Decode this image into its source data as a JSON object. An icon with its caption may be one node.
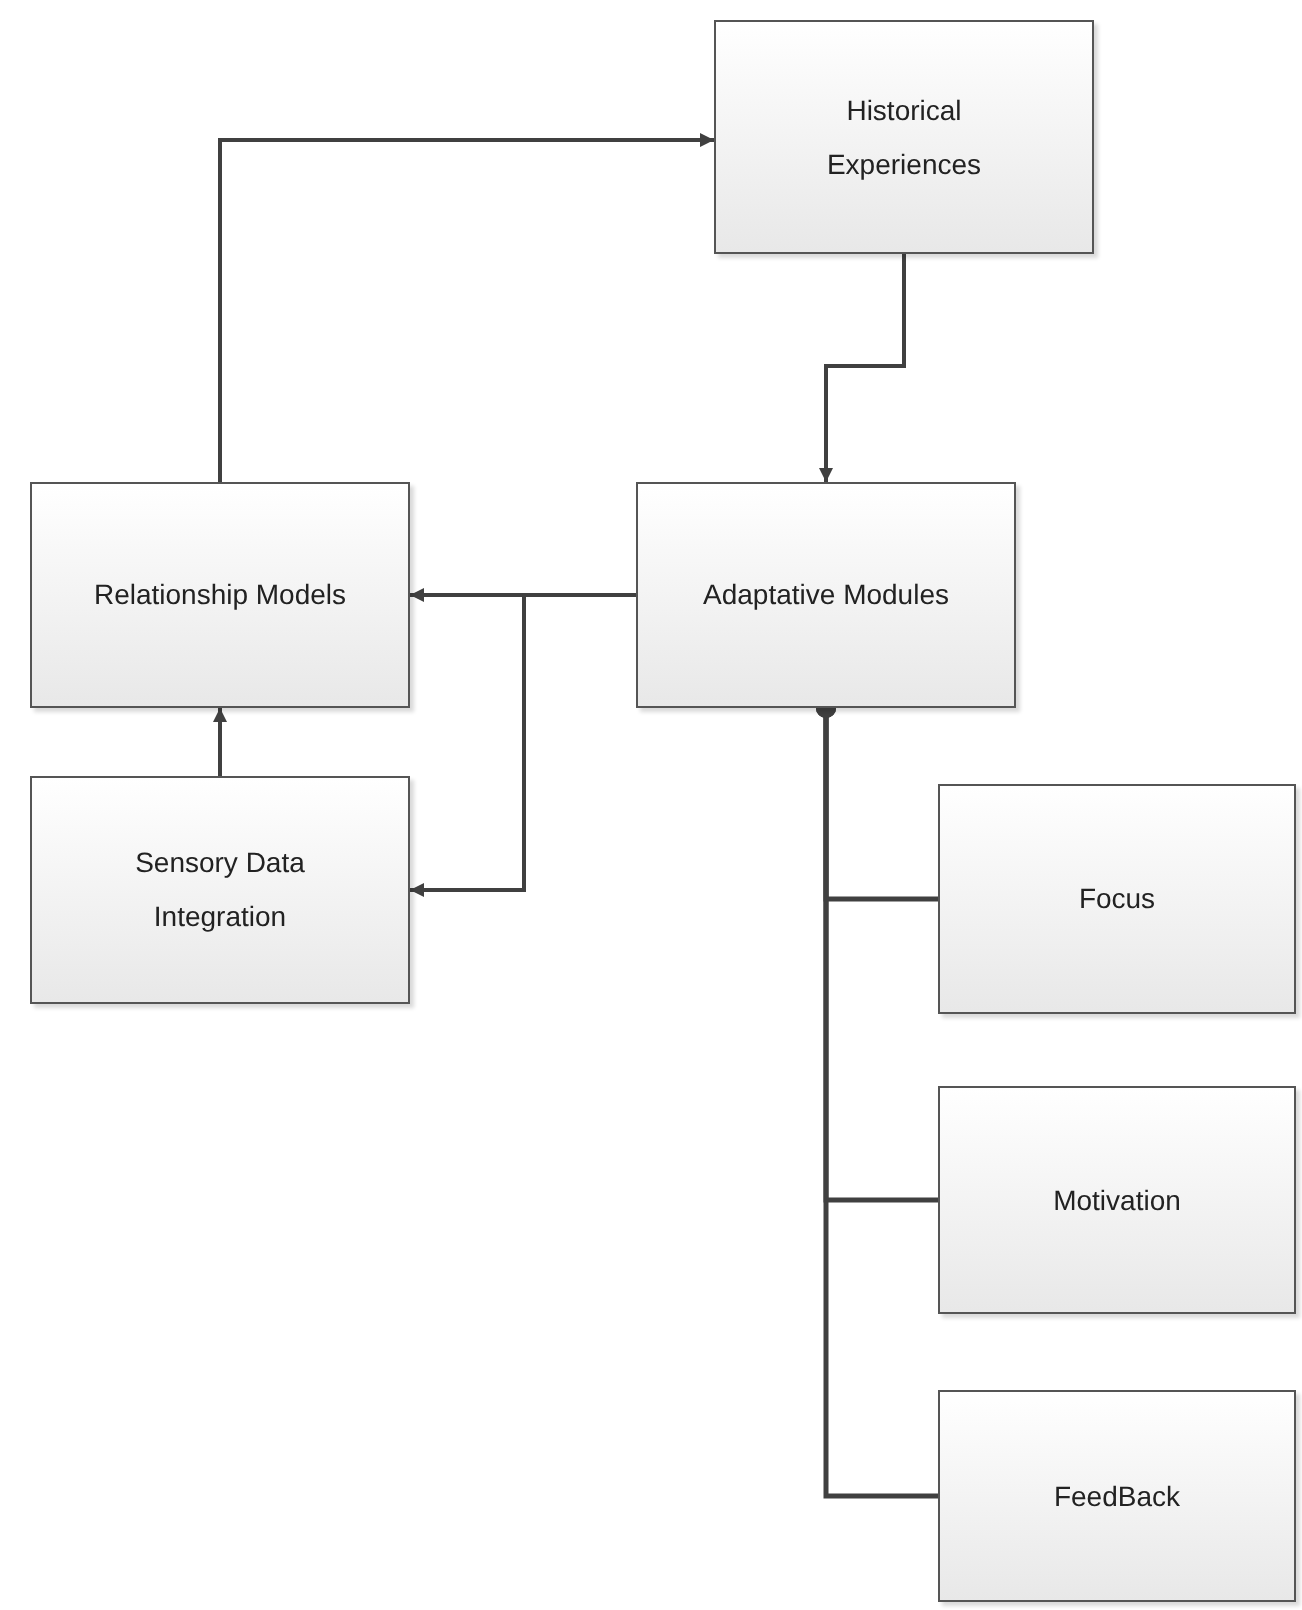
{
  "diagram": {
    "nodes": [
      {
        "text": [
          "Historical Experiences"
        ]
      },
      {
        "text": [
          "Relationship Models"
        ]
      },
      {
        "text": [
          "Adaptative Modules"
        ]
      },
      {
        "text": [
          "Sensory Data Integration"
        ]
      },
      {
        "text": [
          "Focus"
        ]
      },
      {
        "text": [
          "Motivation"
        ]
      },
      {
        "text": [
          "FeedBack"
        ]
      }
    ],
    "edges": [
      {
        "from": 1,
        "to": 0,
        "arrow": "to"
      },
      {
        "from": 0,
        "to": 2,
        "arrow": "to"
      },
      {
        "from": 2,
        "to": 1,
        "arrow": "to"
      },
      {
        "from": 2,
        "to": 3,
        "arrow": "to"
      },
      {
        "from": 3,
        "to": 1,
        "arrow": "to"
      },
      {
        "from": 2,
        "to": 4,
        "arrow": "other"
      },
      {
        "from": 2,
        "to": 5,
        "arrow": "other"
      },
      {
        "from": 2,
        "to": 6,
        "arrow": "other"
      }
    ]
  }
}
